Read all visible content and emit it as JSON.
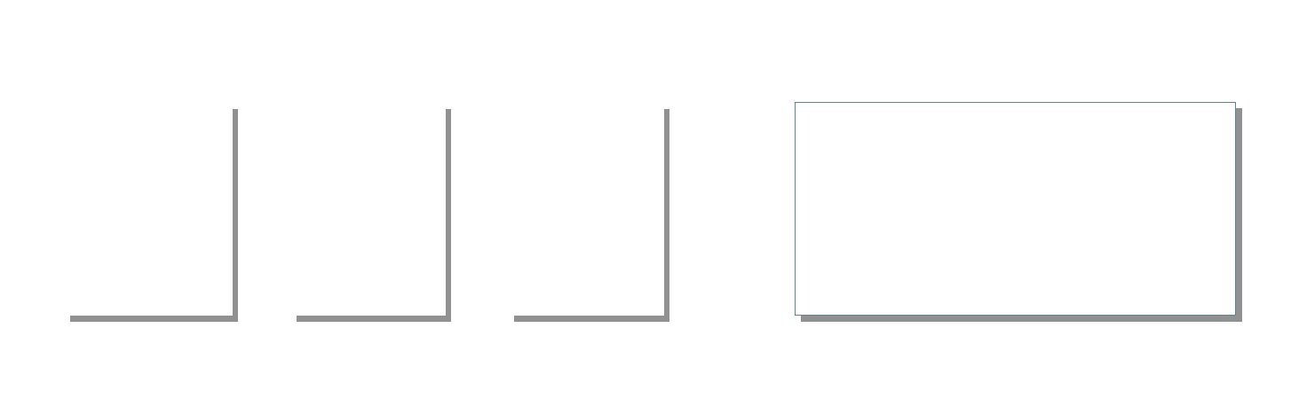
{
  "shapes": [
    {
      "kind": "shadowed-box",
      "outline": false
    },
    {
      "kind": "shadowed-box",
      "outline": false
    },
    {
      "kind": "shadowed-box",
      "outline": false
    },
    {
      "kind": "shadowed-box",
      "outline": true
    }
  ],
  "colors": {
    "background": "#ffffff",
    "shadow": "#919191",
    "outline": "#5b7fae",
    "fill": "#ffffff"
  }
}
